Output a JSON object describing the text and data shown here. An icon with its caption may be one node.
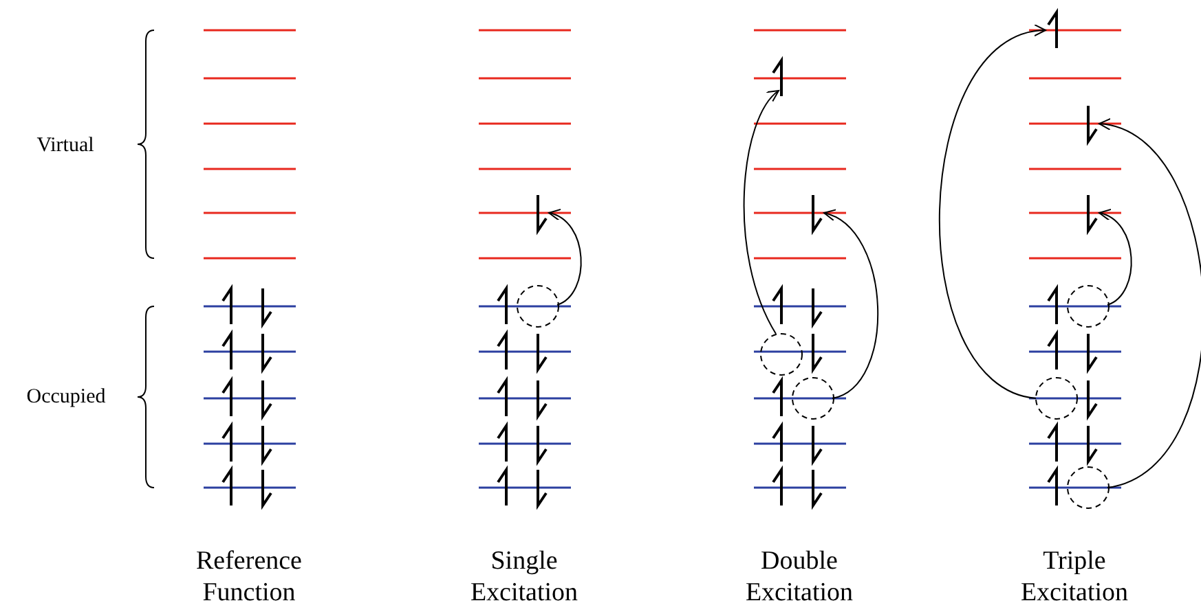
{
  "diagram": {
    "nodes": [
      {
        "text": [],
        "shape": "arrow"
      },
      {
        "text": [],
        "shape": "circle"
      },
      {
        "text": [],
        "shape": "arrow"
      },
      {
        "text": [],
        "shape": "arrow"
      },
      {
        "text": [],
        "shape": "circle"
      },
      {
        "text": [],
        "shape": "circle"
      },
      {
        "text": [],
        "shape": "arrow"
      },
      {
        "text": [],
        "shape": "arrow"
      },
      {
        "text": [],
        "shape": "arrow"
      },
      {
        "text": [],
        "shape": "circle"
      },
      {
        "text": [],
        "shape": "circle"
      },
      {
        "text": [],
        "shape": "circle"
      }
    ],
    "edges": [
      {
        "from": 1,
        "to": 0,
        "arrow": "to"
      },
      {
        "from": 4,
        "to": 2,
        "arrow": "to"
      },
      {
        "from": 5,
        "to": 3,
        "arrow": "to"
      },
      {
        "from": 10,
        "to": 6,
        "arrow": "to"
      },
      {
        "from": 11,
        "to": 7,
        "arrow": "to"
      },
      {
        "from": 9,
        "to": 8,
        "arrow": "to"
      }
    ],
    "labels": [
      "Virtual",
      "Occupied",
      "Reference Function",
      "Single Excitation",
      "Double Excitation",
      "Triple Excitation"
    ]
  }
}
